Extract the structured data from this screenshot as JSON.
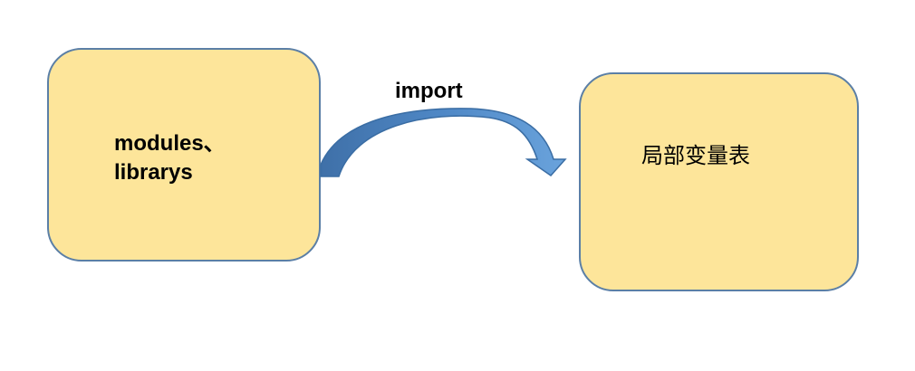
{
  "diagram": {
    "source_box": {
      "lines": [
        "modules、",
        "librarys"
      ]
    },
    "target_box": {
      "label": "局部变量表"
    },
    "arrow": {
      "label": "import"
    }
  },
  "colors": {
    "box_fill": "#fde59a",
    "box_border": "#5b7fa6",
    "arrow_fill": "#4e85c2",
    "arrow_stroke": "#3a6da4"
  }
}
